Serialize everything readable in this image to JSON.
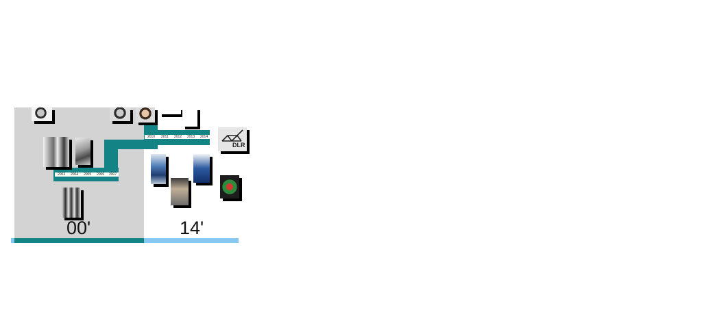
{
  "timeline_lower": {
    "years": [
      "2003",
      "2004",
      "2005",
      "2006",
      "2007"
    ]
  },
  "timeline_upper": {
    "years": [
      "2010",
      "2011",
      "2012",
      "2013",
      "2014"
    ]
  },
  "eras": {
    "left_label": "00'",
    "right_label": "14'"
  },
  "logo": {
    "text": "DLR",
    "icon": "dlr-logo-icon"
  },
  "colors": {
    "teal": "#138386",
    "light_blue": "#86c8f2",
    "panel_gray": "#d3d3d3"
  }
}
